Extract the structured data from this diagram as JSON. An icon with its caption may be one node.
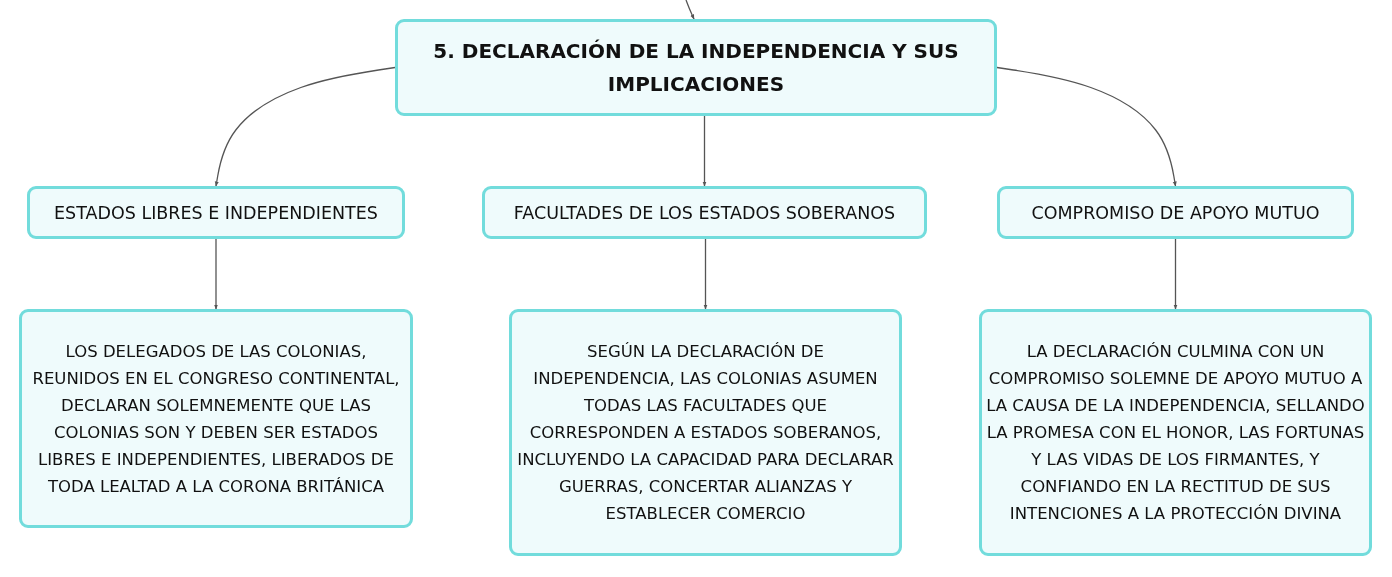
{
  "diagram": {
    "nodes": [
      {
        "text": [
          "5. DECLARACIÓN DE LA INDEPENDENCIA Y SUS IMPLICACIONES"
        ]
      },
      {
        "text": [
          "ESTADOS LIBRES E INDEPENDIENTES"
        ]
      },
      {
        "text": [
          "FACULTADES DE LOS ESTADOS SOBERANOS"
        ]
      },
      {
        "text": [
          "COMPROMISO DE APOYO MUTUO"
        ]
      },
      {
        "text": [
          "LOS DELEGADOS DE LAS COLONIAS, REUNIDOS EN EL CONGRESO CONTINENTAL, DECLARAN SOLEMNEMENTE QUE LAS COLONIAS SON Y DEBEN SER ESTADOS LIBRES E INDEPENDIENTES, LIBERADOS DE TODA LEALTAD A LA CORONA BRITÁNICA"
        ]
      },
      {
        "text": [
          "SEGÚN LA DECLARACIÓN DE INDEPENDENCIA, LAS COLONIAS ASUMEN TODAS LAS FACULTADES QUE CORRESPONDEN A ESTADOS SOBERANOS, INCLUYENDO LA CAPACIDAD PARA DECLARAR GUERRAS, CONCERTAR ALIANZAS Y ESTABLECER COMERCIO"
        ]
      },
      {
        "text": [
          "LA DECLARACIÓN CULMINA CON UN COMPROMISO SOLEMNE DE APOYO MUTUO A LA CAUSA DE LA INDEPENDENCIA, SELLANDO LA PROMESA CON EL HONOR, LAS FORTUNAS Y LAS VIDAS DE LOS FIRMANTES, Y CONFIANDO EN LA RECTITUD DE SUS INTENCIONES A LA PROTECCIÓN DIVINA"
        ]
      }
    ],
    "edges": [
      {
        "from": null,
        "to": 0,
        "arrow": "to"
      },
      {
        "from": 0,
        "to": 1,
        "arrow": "to"
      },
      {
        "from": 0,
        "to": 2,
        "arrow": "to"
      },
      {
        "from": 0,
        "to": 3,
        "arrow": "to"
      },
      {
        "from": 1,
        "to": 4,
        "arrow": "to"
      },
      {
        "from": 2,
        "to": 5,
        "arrow": "to"
      },
      {
        "from": 3,
        "to": 6,
        "arrow": "to"
      }
    ]
  }
}
